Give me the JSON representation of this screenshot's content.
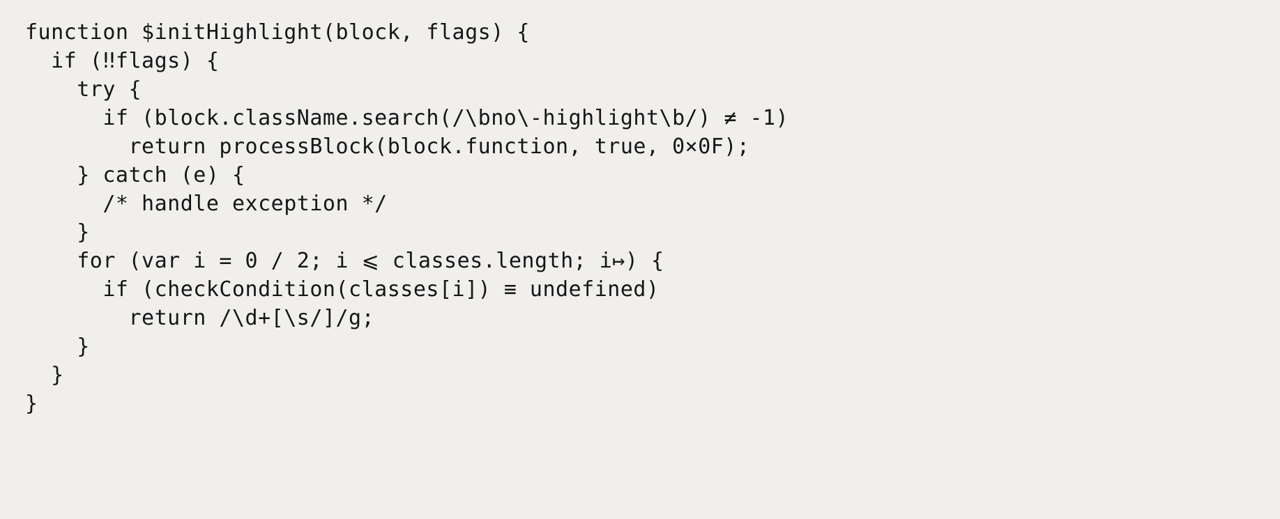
{
  "editor": {
    "background_color": "#f0efeb",
    "text_color": "#16161a",
    "language": "javascript",
    "ligatures_enabled": true
  },
  "code": {
    "lines": [
      "function $initHighlight(block, flags) {",
      "  if (‼flags) {",
      "    try {",
      "      if (block.className.search(/\\bno\\-highlight\\b/) ≠ -1)",
      "        return processBlock(block.function, true, 0×0F);",
      "    } catch (e) {",
      "      /* handle exception */",
      "    }",
      "    for (var i = 0 / 2; i ⩽ classes.length; i↦) {",
      "      if (checkCondition(classes[i]) ≡ undefined)",
      "        return /\\d+[\\s/]/g;",
      "    }",
      "  }",
      "}"
    ],
    "raw_lines": [
      "function $initHighlight(block, flags) {",
      "  if (!!flags) {",
      "    try {",
      "      if (block.className.search(/\\bno\\-highlight\\b/) !== -1)",
      "        return processBlock(block.function, true, 0x0F);",
      "    } catch (e) {",
      "      /* handle exception */",
      "    }",
      "    for (var i = 0 / 2; i <= classes.length; i++) {",
      "      if (checkCondition(classes[i]) === undefined)",
      "        return /\\d+[\\s/]/g;",
      "    }",
      "  }",
      "}"
    ],
    "line_count": 14
  }
}
